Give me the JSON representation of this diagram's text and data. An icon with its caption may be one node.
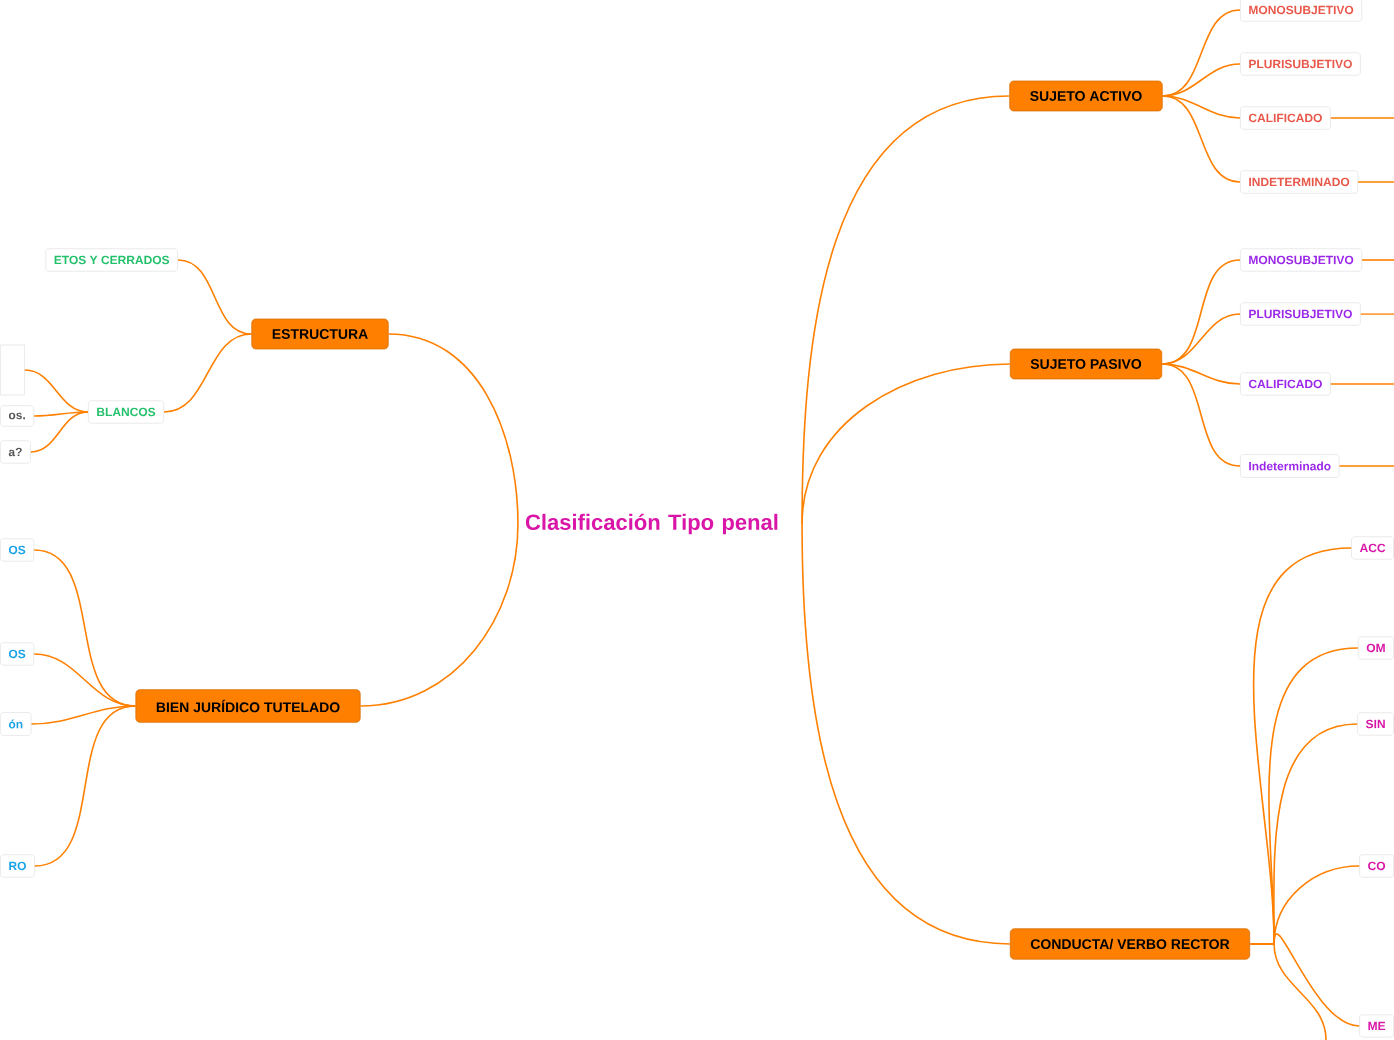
{
  "diagram": {
    "nodes": [
      {
        "text": [
          "Clasificación Tipo penal"
        ]
      },
      {
        "text": [
          "ESTRUCTURA"
        ]
      },
      {
        "text": [
          "ETOS Y CERRADOS"
        ]
      },
      {
        "text": [
          "BLANCOS"
        ]
      },
      {
        "text": [],
        "shape": "box"
      },
      {
        "text": [
          "os."
        ]
      },
      {
        "text": [
          "a?"
        ]
      },
      {
        "text": [
          "BIEN JURÍDICO TUTELADO"
        ]
      },
      {
        "text": [
          "OS"
        ]
      },
      {
        "text": [
          "OS"
        ]
      },
      {
        "text": [
          "ón"
        ]
      },
      {
        "text": [
          "RO"
        ]
      },
      {
        "text": [
          "SUJETO ACTIVO"
        ]
      },
      {
        "text": [
          "MONOSUBJETIVO"
        ]
      },
      {
        "text": [
          "PLURISUBJETIVO"
        ]
      },
      {
        "text": [
          "CALIFICADO"
        ]
      },
      {
        "text": [
          "INDETERMINADO"
        ]
      },
      {
        "text": [
          "SUJETO PASIVO"
        ]
      },
      {
        "text": [
          "MONOSUBJETIVO"
        ]
      },
      {
        "text": [
          "PLURISUBJETIVO"
        ]
      },
      {
        "text": [
          "CALIFICADO"
        ]
      },
      {
        "text": [
          "Indeterminado"
        ]
      },
      {
        "text": [
          "CONDUCTA/ VERBO RECTOR"
        ]
      },
      {
        "text": [
          "ACC"
        ]
      },
      {
        "text": [
          "OM"
        ]
      },
      {
        "text": [
          "SIN"
        ]
      },
      {
        "text": [
          "CO"
        ]
      },
      {
        "text": [
          "ME"
        ]
      }
    ],
    "edges": [
      {
        "from": 0,
        "to": 1,
        "arrow": "none"
      },
      {
        "from": 0,
        "to": 7,
        "arrow": "none"
      },
      {
        "from": 0,
        "to": 12,
        "arrow": "none"
      },
      {
        "from": 0,
        "to": 17,
        "arrow": "none"
      },
      {
        "from": 0,
        "to": 22,
        "arrow": "none"
      },
      {
        "from": 1,
        "to": 2,
        "arrow": "none"
      },
      {
        "from": 1,
        "to": 3,
        "arrow": "none"
      },
      {
        "from": 3,
        "to": 4,
        "arrow": "none"
      },
      {
        "from": 3,
        "to": 5,
        "arrow": "none"
      },
      {
        "from": 3,
        "to": 6,
        "arrow": "none"
      },
      {
        "from": 7,
        "to": 8,
        "arrow": "none"
      },
      {
        "from": 7,
        "to": 9,
        "arrow": "none"
      },
      {
        "from": 7,
        "to": 10,
        "arrow": "none"
      },
      {
        "from": 7,
        "to": 11,
        "arrow": "none"
      },
      {
        "from": 12,
        "to": 13,
        "arrow": "none"
      },
      {
        "from": 12,
        "to": 14,
        "arrow": "none"
      },
      {
        "from": 12,
        "to": 15,
        "arrow": "none"
      },
      {
        "from": 12,
        "to": 16,
        "arrow": "none"
      },
      {
        "from": 17,
        "to": 18,
        "arrow": "none"
      },
      {
        "from": 17,
        "to": 19,
        "arrow": "none"
      },
      {
        "from": 17,
        "to": 20,
        "arrow": "none"
      },
      {
        "from": 17,
        "to": 21,
        "arrow": "none"
      },
      {
        "from": 22,
        "to": 23,
        "arrow": "none"
      },
      {
        "from": 22,
        "to": 24,
        "arrow": "none"
      },
      {
        "from": 22,
        "to": 25,
        "arrow": "none"
      },
      {
        "from": 22,
        "to": 26,
        "arrow": "none"
      },
      {
        "from": 22,
        "to": 27,
        "arrow": "none"
      },
      {
        "from": 15,
        "to": null,
        "arrow": "none"
      },
      {
        "from": 16,
        "to": null,
        "arrow": "none"
      },
      {
        "from": 18,
        "to": null,
        "arrow": "none"
      },
      {
        "from": 19,
        "to": null,
        "arrow": "none"
      },
      {
        "from": 20,
        "to": null,
        "arrow": "none"
      },
      {
        "from": 21,
        "to": null,
        "arrow": "none"
      },
      {
        "from": 22,
        "to": null,
        "arrow": "none"
      }
    ]
  }
}
